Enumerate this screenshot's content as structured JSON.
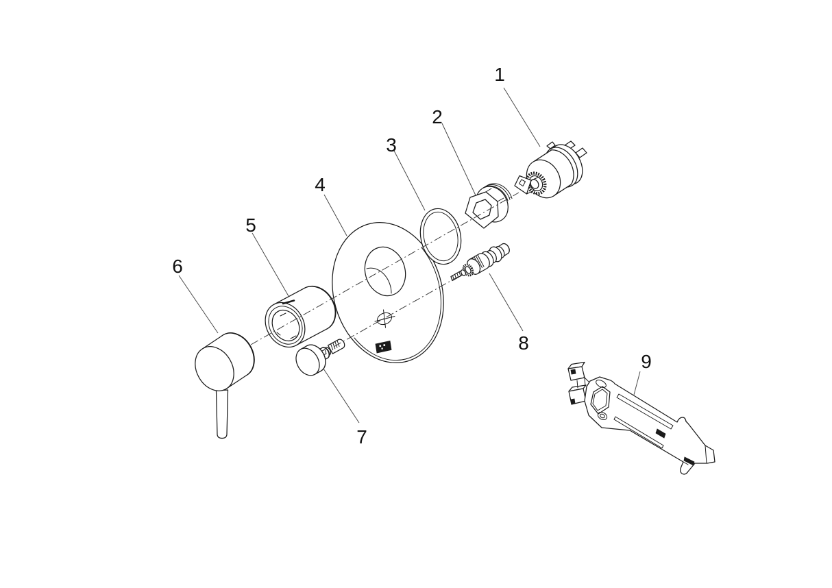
{
  "diagram": {
    "type": "exploded-parts-diagram",
    "labels": [
      "1",
      "2",
      "3",
      "4",
      "5",
      "6",
      "7",
      "8",
      "9"
    ]
  },
  "colors": {
    "line": "#1a1a1a",
    "leader": "#4a4a4a",
    "centerline": "#3a3a3a",
    "label_text": "#111111",
    "badge": "#1b1b1b",
    "background": "#ffffff"
  }
}
